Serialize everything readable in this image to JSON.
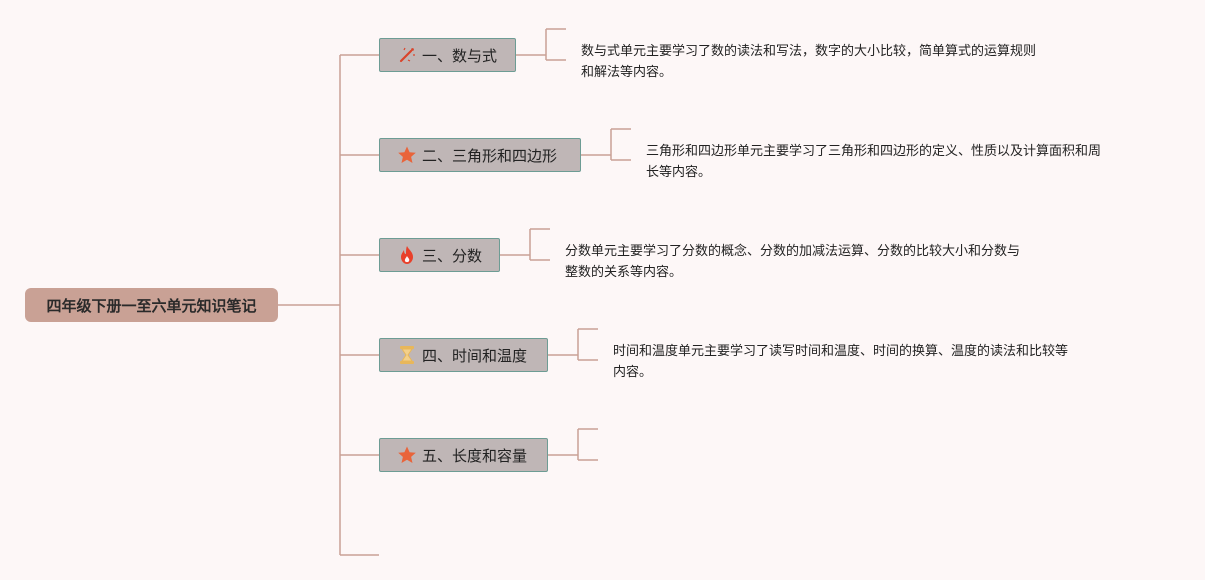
{
  "root": {
    "label": "四年级下册一至六单元知识笔记"
  },
  "branches": [
    {
      "label": "一、数与式",
      "icon": "magic-wand-icon",
      "icon_color": "#d9442b",
      "note": [
        "数与式单元主要学习了数的读法和写法，数字的大小比较，简单算式的运算规则",
        "和解法等内容。"
      ]
    },
    {
      "label": "二、三角形和四边形",
      "icon": "star-icon",
      "icon_color": "#e9643a",
      "note": [
        "三角形和四边形单元主要学习了三角形和四边形的定义、性质以及计算面积和周",
        "长等内容。"
      ]
    },
    {
      "label": "三、分数",
      "icon": "fire-icon",
      "icon_color": "#e8402a",
      "note": [
        "分数单元主要学习了分数的概念、分数的加减法运算、分数的比较大小和分数与",
        "整数的关系等内容。"
      ]
    },
    {
      "label": "四、时间和温度",
      "icon": "hourglass-icon",
      "icon_color": "#e8b75a",
      "note": [
        "时间和温度单元主要学习了读写时间和温度、时间的换算、温度的读法和比较等",
        "内容。"
      ]
    },
    {
      "label": "五、长度和容量",
      "icon": "star-icon",
      "icon_color": "#e9643a",
      "note": []
    }
  ],
  "colors": {
    "connector": "#c9a195",
    "node_fill": "#bfb6b6",
    "node_border": "#6d9c94",
    "root_fill": "#c9a195"
  }
}
